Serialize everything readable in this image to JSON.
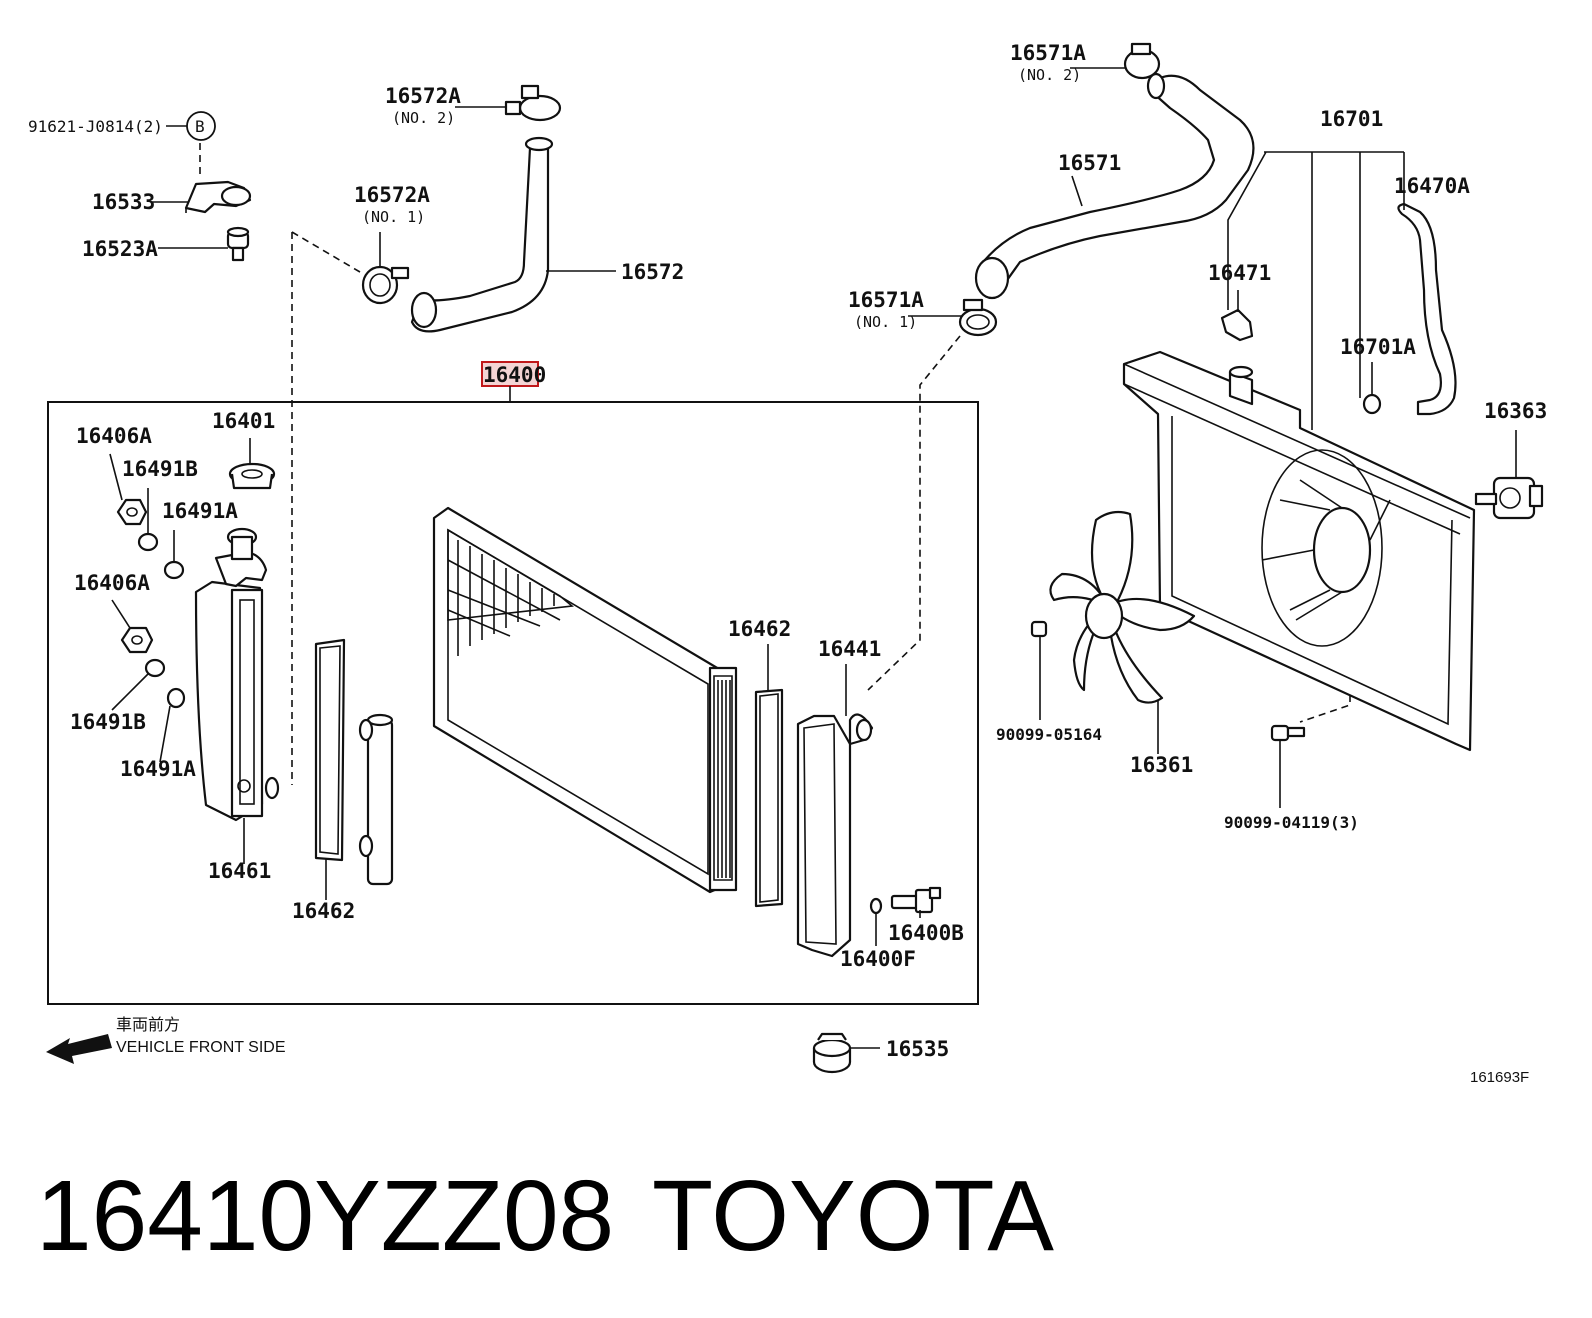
{
  "diagram": {
    "labels": {
      "p16572A_no2": "16572A",
      "p16572A_no2_sub": "(NO. 2)",
      "p91621": "91621-J0814(2)",
      "circle_b": "B",
      "p16533": "16533",
      "p16523A": "16523A",
      "p16572A_no1": "16572A",
      "p16572A_no1_sub": "(NO. 1)",
      "p16572": "16572",
      "p16400": "16400",
      "p16571A_no2": "16571A",
      "p16571A_no2_sub": "(NO. 2)",
      "p16571": "16571",
      "p16571A_no1": "16571A",
      "p16571A_no1_sub": "(NO. 1)",
      "p16701": "16701",
      "p16470A": "16470A",
      "p16471": "16471",
      "p16701A": "16701A",
      "p16363": "16363",
      "p16406A_top": "16406A",
      "p16401": "16401",
      "p16491B_top": "16491B",
      "p16491A_top": "16491A",
      "p16406A_mid": "16406A",
      "p16491B_bot": "16491B",
      "p16491A_bot": "16491A",
      "p16461": "16461",
      "p16462_left": "16462",
      "p16462_right": "16462",
      "p16441": "16441",
      "p16400B": "16400B",
      "p16400F": "16400F",
      "p90099_05164": "90099-05164",
      "p16361": "16361",
      "p90099_04119": "90099-04119(3)",
      "p16535": "16535",
      "front_jp": "車両前方",
      "front_en": "VEHICLE FRONT SIDE",
      "ref_code": "161693F"
    },
    "icons": [
      "front-arrow-icon"
    ]
  },
  "footer": {
    "part_number": "16410YZZ08",
    "brand": "TOYOTA"
  }
}
